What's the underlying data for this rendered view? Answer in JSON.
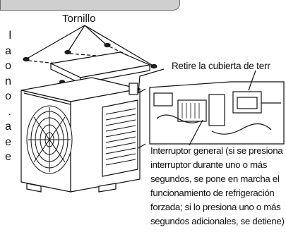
{
  "left_column_letters": [
    "l",
    "a",
    "o",
    "n",
    "o",
    ".",
    "a",
    "e",
    "e"
  ],
  "callouts": {
    "screw_label": "Tornillo",
    "remove_cover": "Retire la cubierta de terr"
  },
  "note_lines": [
    "Interruptor general (si se presiona",
    "interruptor durante uno o más",
    "segundos, se pone en marcha el",
    "funcionamiento de refrigeración",
    "forzada; si lo presiona uno o más",
    "segundos adicionales, se detiene)"
  ],
  "icons": [
    "screw-icon",
    "cover-panel",
    "outdoor-unit",
    "fan-grille",
    "switch-detail"
  ]
}
